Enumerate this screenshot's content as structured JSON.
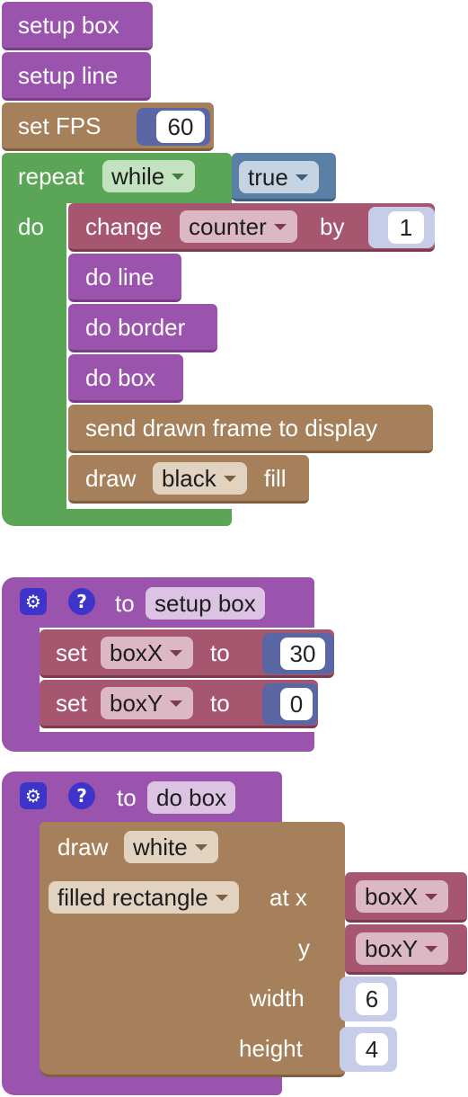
{
  "colors": {
    "looks": "#9b54ad",
    "looks_dark": "#7a3d8a",
    "control": "#5aa556",
    "control_dark": "#3f7c3c",
    "brown": "#a5805a",
    "brown_dark": "#7e5f40",
    "variable": "#a6566f",
    "variable_dark": "#7d3b52",
    "logic": "#5b80a5",
    "math": "#5b67a5",
    "value_socket": "#c7cce8"
  },
  "top_stack": {
    "setup_box": "setup box",
    "setup_line": "setup line",
    "set_fps_label": "set FPS",
    "set_fps_value": "60",
    "repeat_label": "repeat",
    "repeat_mode": "while",
    "condition": "true",
    "do_label": "do",
    "change_label": "change",
    "change_var": "counter",
    "by_label": "by",
    "change_value": "1",
    "do_line": "do line",
    "do_border": "do border",
    "do_box": "do box",
    "send_frame": "send drawn frame to display",
    "draw_label": "draw",
    "draw_color": "black",
    "fill_label": "fill"
  },
  "func_setup_box": {
    "to_label": "to",
    "name": "setup box",
    "set1_label": "set",
    "set1_var": "boxX",
    "set1_to": "to",
    "set1_value": "30",
    "set2_label": "set",
    "set2_var": "boxY",
    "set2_to": "to",
    "set2_value": "0"
  },
  "func_do_box": {
    "to_label": "to",
    "name": "do box",
    "draw_label": "draw",
    "draw_color": "white",
    "shape": "filled rectangle",
    "at_x_label": "at x",
    "x_var": "boxX",
    "y_label": "y",
    "y_var": "boxY",
    "width_label": "width",
    "width_value": "6",
    "height_label": "height",
    "height_value": "4"
  },
  "icons": {
    "gear": "gear-icon",
    "help": "help-icon"
  }
}
